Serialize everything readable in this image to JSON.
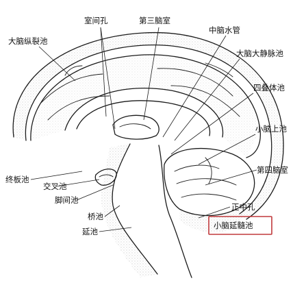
{
  "labels": {
    "foramen": "室间孔",
    "third_ventricle": "第三脑室",
    "aqueduct": "中脑水管",
    "callosal_cistern": "大脑纵裂池",
    "great_vein_cistern": "大脑大静脉池",
    "quadrigeminal_cistern": "四叠体池",
    "superior_cerebellar_cistern": "小脑上池",
    "fourth_ventricle": "第四脑室",
    "lamina_terminalis_cistern": "终板池",
    "chiasmatic_cistern": "交叉池",
    "interpeduncular_cistern": "脚间池",
    "pontine_cistern": "桥池",
    "medullary_cistern": "延池",
    "median_aperture": "正中孔",
    "cisterna_magna": "小脑延髓池"
  },
  "colors": {
    "line": "#1a1a1a",
    "highlight_box": "#c0393b"
  }
}
